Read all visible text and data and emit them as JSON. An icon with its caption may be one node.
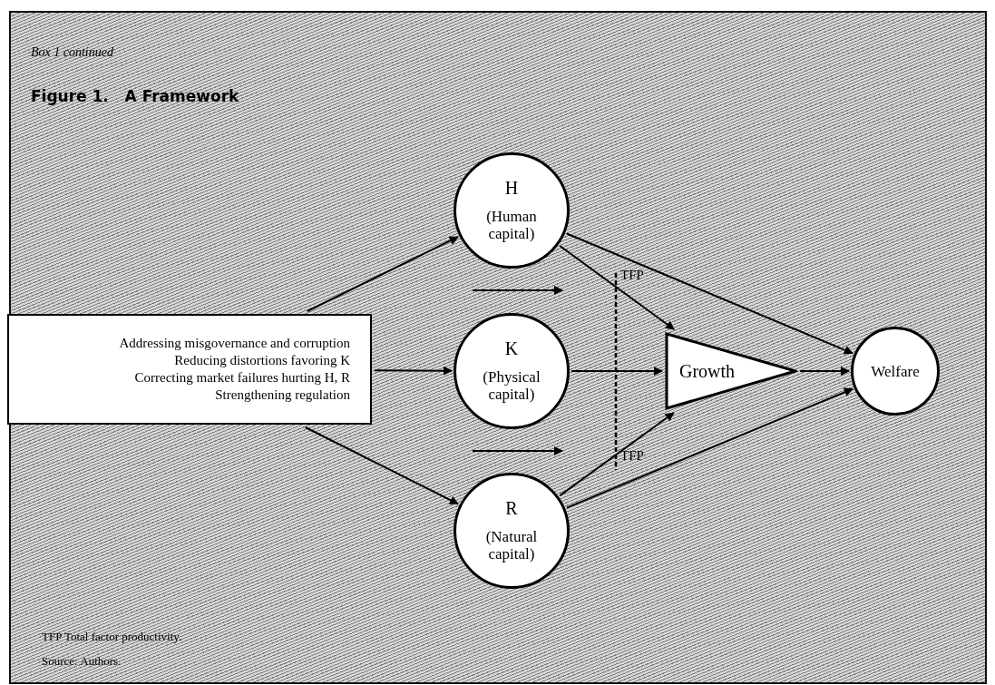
{
  "diagram": {
    "title": "Figure 1.   A Framework",
    "nodes": [
      {
        "text": [
          "Addressing misgovernance and corruption",
          "Reducing distortions favoring K",
          "Correcting market failures hurting H, R",
          "Strengthening regulation"
        ]
      },
      {
        "text": [
          "H",
          "(Human capital)"
        ]
      },
      {
        "text": [
          "K",
          "(Physical capital)"
        ]
      },
      {
        "text": [
          "R",
          "(Natural capital)"
        ]
      },
      {
        "text": [
          "Growth"
        ]
      },
      {
        "text": [
          "Welfare"
        ]
      }
    ],
    "edges": [
      {
        "from": 0,
        "to": 1,
        "arrow": "to"
      },
      {
        "from": 0,
        "to": 2,
        "arrow": "to"
      },
      {
        "from": 0,
        "to": 3,
        "arrow": "to"
      },
      {
        "from": 1,
        "to": 4,
        "arrow": "to"
      },
      {
        "from": 1,
        "to": 5,
        "arrow": "to"
      },
      {
        "from": 2,
        "to": 4,
        "arrow": "to"
      },
      {
        "from": 3,
        "to": 4,
        "arrow": "to"
      },
      {
        "from": 3,
        "to": 5,
        "arrow": "to"
      },
      {
        "from": 4,
        "to": 5,
        "arrow": "to"
      }
    ],
    "labels": [
      "Box 1 continued",
      "TFP",
      "TFP",
      "TFP Total factor productivity.",
      "Source: Authors."
    ]
  }
}
